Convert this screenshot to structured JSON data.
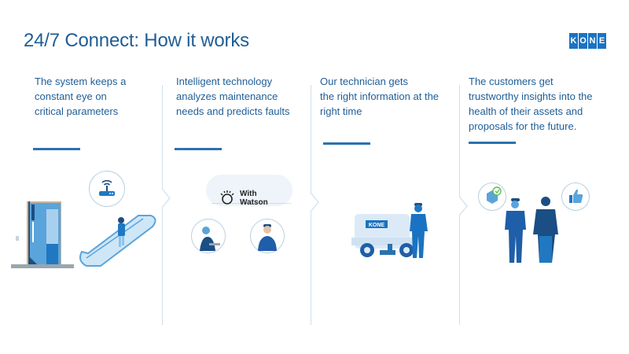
{
  "header": {
    "title": "24/7 Connect: How it works",
    "logo_letters": [
      "K",
      "O",
      "N",
      "E"
    ]
  },
  "columns": [
    {
      "text": [
        "The system keeps a",
        "constant eye on",
        "critical parameters"
      ],
      "illustration": "elevator-escalator-router"
    },
    {
      "text": [
        "Intelligent technology",
        "analyzes maintenance",
        "needs and predicts faults"
      ],
      "illustration": "watson-cloud-operators",
      "watson_label": [
        "With",
        "Watson"
      ]
    },
    {
      "text": [
        "Our technician gets",
        "the right information at the",
        "right time"
      ],
      "illustration": "van-technician",
      "van_label": "KONE"
    },
    {
      "text": [
        "The customers get",
        "trustworthy insights into the",
        "health of their assets and",
        "proposals for the future."
      ],
      "illustration": "customers-thumbs-up"
    }
  ],
  "colors": {
    "title": "#1f5e96",
    "accent": "#1a73c2",
    "divider": "#cfe0ec"
  }
}
